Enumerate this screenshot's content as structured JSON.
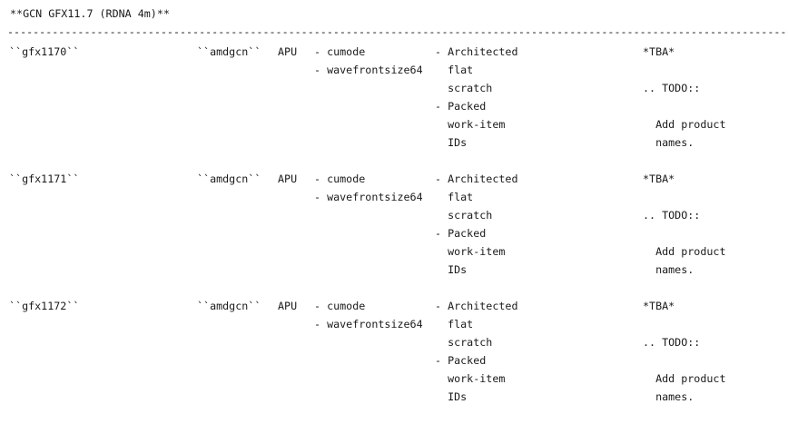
{
  "page": {
    "title": "**GCN GFX11.7 (RDNA 4m)**",
    "separator": "------------------------------------------------------------------------------------------------------------------------------------------------------"
  },
  "table": {
    "rows": [
      {
        "target": "``gfx1170``",
        "triple": "``amdgcn``",
        "kind": "APU",
        "features": "- cumode\n- wavefrontsize64",
        "properties": "- Architected\n  flat\n  scratch\n- Packed\n  work-item\n  IDs",
        "notes": "*TBA*\n\n.. TODO::\n\n  Add product\n  names."
      },
      {
        "target": "``gfx1171``",
        "triple": "``amdgcn``",
        "kind": "APU",
        "features": "- cumode\n- wavefrontsize64",
        "properties": "- Architected\n  flat\n  scratch\n- Packed\n  work-item\n  IDs",
        "notes": "*TBA*\n\n.. TODO::\n\n  Add product\n  names."
      },
      {
        "target": "``gfx1172``",
        "triple": "``amdgcn``",
        "kind": "APU",
        "features": "- cumode\n- wavefrontsize64",
        "properties": "- Architected\n  flat\n  scratch\n- Packed\n  work-item\n  IDs",
        "notes": "*TBA*\n\n.. TODO::\n\n  Add product\n  names."
      }
    ]
  }
}
